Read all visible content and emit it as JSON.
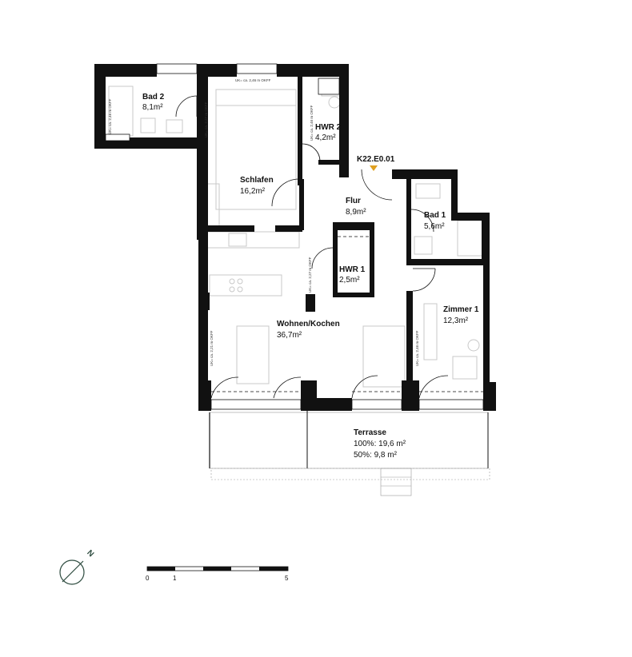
{
  "unit": {
    "id": "K22.E0.01",
    "marker_color": "#e0a020"
  },
  "rooms": [
    {
      "key": "bad2",
      "name": "Bad 2",
      "area": "8,1m²"
    },
    {
      "key": "hwr2",
      "name": "HWR 2",
      "area": "4,2m²"
    },
    {
      "key": "schlafen",
      "name": "Schlafen",
      "area": "16,2m²"
    },
    {
      "key": "flur",
      "name": "Flur",
      "area": "8,9m²"
    },
    {
      "key": "bad1",
      "name": "Bad 1",
      "area": "5,6m²"
    },
    {
      "key": "hwr1",
      "name": "HWR 1",
      "area": "2,5m²"
    },
    {
      "key": "wohnen",
      "name": "Wohnen/Kochen",
      "area": "36,7m²"
    },
    {
      "key": "zimmer1",
      "name": "Zimmer 1",
      "area": "12,3m²"
    },
    {
      "key": "terrasse",
      "name": "Terrasse",
      "area_full": "100%: 19,6 m²",
      "area_half": "50%: 9,8 m²"
    }
  ],
  "window_notes": {
    "bad2": "UK= ca. 2,46 m OKFF",
    "bad2_inner": "UK= ca. 2,27 m OKFF",
    "schlafen": "UK= ca. 2,46 m OKFF",
    "hwr2": "UK= ca. 2,46 m OKFF",
    "hwr1": "UK= ca. 2,27 m OKFF",
    "wohnen": "UK= ca. 2,21 m OKFF",
    "zimmer1": "UK= ca. 2,46 m OKFF"
  },
  "scale_bar": {
    "labels": [
      "0",
      "1",
      "5"
    ]
  },
  "north": {
    "label": "N",
    "color": "#2c4a3e"
  }
}
